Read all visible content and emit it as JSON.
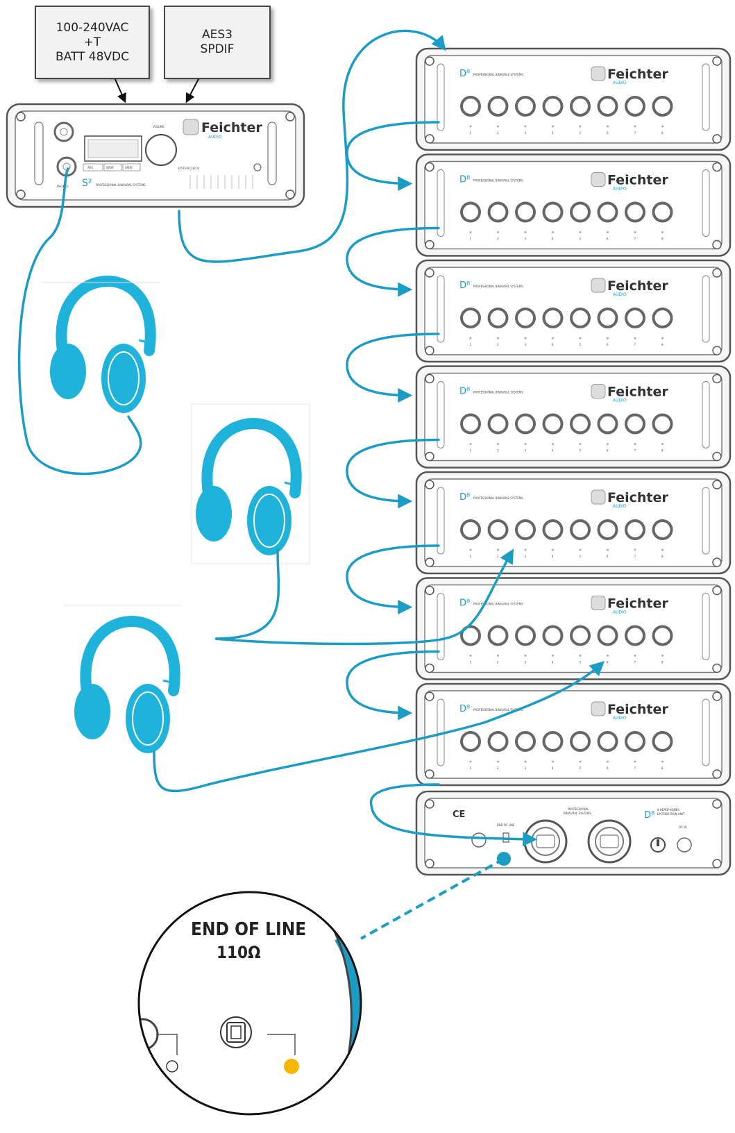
{
  "callouts": {
    "power": [
      "100-240VAC",
      "+T",
      "BATT 48VDC"
    ],
    "digital": [
      "AES3",
      "SPDIF"
    ]
  },
  "source_unit": {
    "brand": "Feichter",
    "brand_sub": "AUDIO",
    "model": "S²",
    "tagline": "PROFESSIONAL BINAURAL SYSTEMS",
    "volume_label": "VOLUME",
    "system_check_label": "SYSTEM CHECK",
    "phones_label": "PHONES",
    "input_labels": [
      "AES",
      "SPDIF",
      "SPDIF"
    ]
  },
  "distribution_unit": {
    "brand": "Feichter",
    "brand_sub": "AUDIO",
    "model": "D⁸",
    "tagline": "PROFESSIONAL BINAURAL SYSTEMS",
    "output_count": 8,
    "unit_count": 7
  },
  "rear_unit": {
    "model": "D⁸",
    "title": "8 HEADPHONES",
    "subtitle": "DISTRIBUTION UNIT",
    "ce": "CE",
    "center_title": "PROFESSIONAL",
    "center_sub": "BINAURAL SYSTEMS",
    "end_of_line_small": "END OF LINE",
    "dc_label": "DC IN"
  },
  "zoom": {
    "line1": "END OF LINE",
    "line2": "110Ω"
  },
  "colors": {
    "cable": "#1a9cc4",
    "headphone": "#1fb3dc",
    "led": "#f5b800",
    "device_outline": "#555555"
  }
}
